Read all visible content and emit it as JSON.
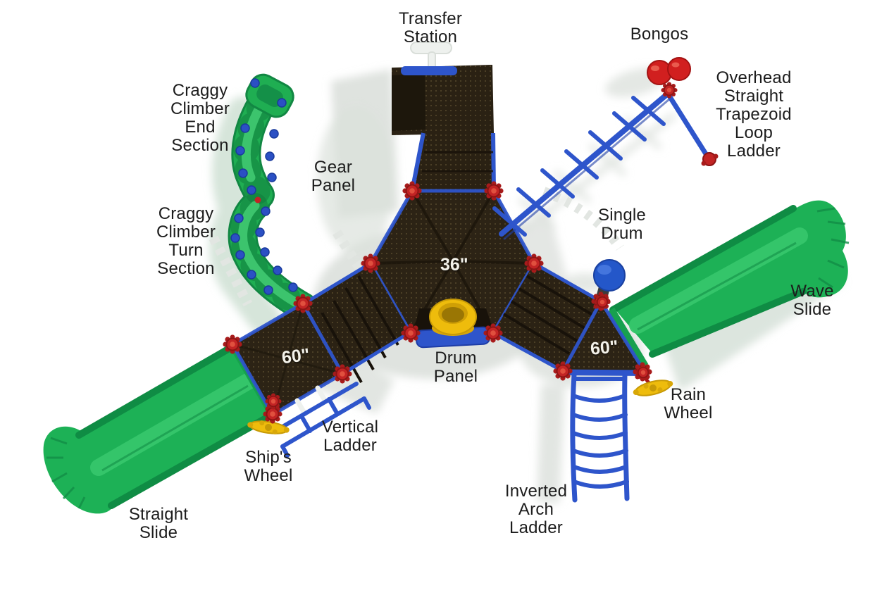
{
  "diagram": {
    "type": "playground-structure-top-view",
    "deck_sizes": {
      "center": "36\"",
      "left": "60\"",
      "right": "60\""
    }
  },
  "labels": {
    "transfer_station": "Transfer\nStation",
    "bongos": "Bongos",
    "overhead_ladder": "Overhead\nStraight\nTrapezoid\nLoop\nLadder",
    "craggy_end": "Craggy\nClimber\nEnd\nSection",
    "gear_panel": "Gear\nPanel",
    "craggy_turn": "Craggy\nClimber\nTurn\nSection",
    "single_drum": "Single\nDrum",
    "wave_slide": "Wave\nSlide",
    "drum_panel": "Drum\nPanel",
    "rain_wheel": "Rain\nWheel",
    "vertical_ladder": "Vertical\nLadder",
    "ships_wheel": "Ship's\nWheel",
    "inverted_arch_ladder": "Inverted\nArch\nLadder",
    "straight_slide": "Straight\nSlide"
  },
  "colors": {
    "background": "#ffffff",
    "label_text": "#1c1c1c",
    "deck_brown": "#2c2315",
    "rail_blue": "#2e55cb",
    "slide_green": "#1db156",
    "connector_red": "#c22424",
    "accent_yellow": "#eebc0c",
    "drum_blue": "#2457c9",
    "bongo_red": "#d11f1f",
    "shadow_gray": "#d5dad5"
  }
}
